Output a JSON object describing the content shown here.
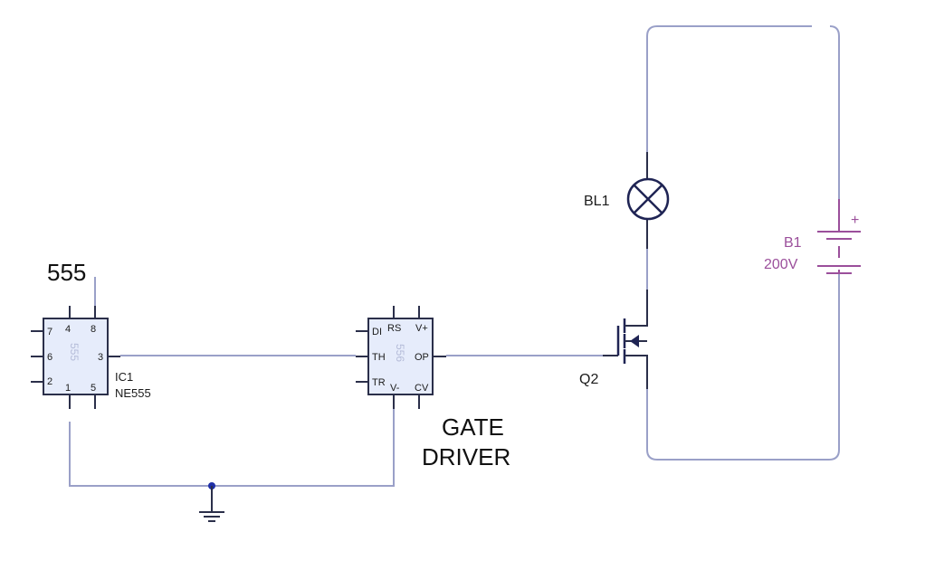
{
  "labels": {
    "top_left": "555",
    "ic1_ref": "IC1",
    "ic1_part": "NE555",
    "ic1_ghost": "555",
    "ic2_ghost": "556",
    "gate_driver_line1": "GATE",
    "gate_driver_line2": "DRIVER",
    "lamp_ref": "BL1",
    "mosfet_ref": "Q2",
    "battery_ref": "B1",
    "battery_value": "200V",
    "battery_plus": "+"
  },
  "ic1_pins": {
    "p7": "7",
    "p4": "4",
    "p8": "8",
    "p6": "6",
    "p3": "3",
    "p2": "2",
    "p1": "1",
    "p5": "5"
  },
  "ic2_pins": {
    "di": "DI",
    "rs": "RS",
    "vplus": "V+",
    "th": "TH",
    "op": "OP",
    "tr": "TR",
    "vminus": "V-",
    "cv": "CV"
  },
  "colors": {
    "wire": "#9aa0c8",
    "chip_fill": "#e6ecfb",
    "battery": "#9b4f9b",
    "junction": "#1f2fa8"
  }
}
